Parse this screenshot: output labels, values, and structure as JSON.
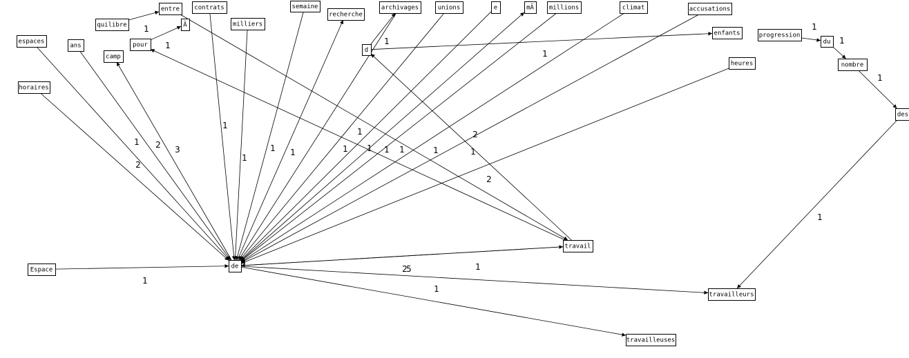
{
  "graph": {
    "nodes": [
      {
        "id": "entre",
        "label": "entre"
      },
      {
        "id": "contrats",
        "label": "contrats"
      },
      {
        "id": "semaine",
        "label": "semaine"
      },
      {
        "id": "archivages",
        "label": "archivages"
      },
      {
        "id": "unions",
        "label": "unions"
      },
      {
        "id": "e",
        "label": "e"
      },
      {
        "id": "ma",
        "label": "mÃ"
      },
      {
        "id": "millions",
        "label": "millions"
      },
      {
        "id": "climat",
        "label": "climat"
      },
      {
        "id": "accusations",
        "label": "accusations"
      },
      {
        "id": "quilibre",
        "label": "quilibre"
      },
      {
        "id": "milliers",
        "label": "milliers"
      },
      {
        "id": "recherche",
        "label": "recherche"
      },
      {
        "id": "a",
        "label": "Ã"
      },
      {
        "id": "enfants",
        "label": "enfants"
      },
      {
        "id": "progression",
        "label": "progression"
      },
      {
        "id": "espaces",
        "label": "espaces"
      },
      {
        "id": "ans",
        "label": "ans"
      },
      {
        "id": "pour",
        "label": "pour"
      },
      {
        "id": "d",
        "label": "d"
      },
      {
        "id": "du",
        "label": "du"
      },
      {
        "id": "camp",
        "label": "camp"
      },
      {
        "id": "heures",
        "label": "heures"
      },
      {
        "id": "nombre",
        "label": "nombre"
      },
      {
        "id": "horaires",
        "label": "horaires"
      },
      {
        "id": "des",
        "label": "des"
      },
      {
        "id": "travail",
        "label": "travail"
      },
      {
        "id": "espace",
        "label": "Espace"
      },
      {
        "id": "de",
        "label": "de"
      },
      {
        "id": "travailleurs",
        "label": "travailleurs"
      },
      {
        "id": "travailleuses",
        "label": "travailleuses"
      }
    ],
    "edges": [
      {
        "from": "quilibre",
        "to": "entre",
        "weight": ""
      },
      {
        "from": "pour",
        "to": "a",
        "weight": "1"
      },
      {
        "from": "d",
        "to": "archivages",
        "weight": ""
      },
      {
        "from": "d",
        "to": "enfants",
        "weight": "1"
      },
      {
        "from": "progression",
        "to": "du",
        "weight": "1"
      },
      {
        "from": "du",
        "to": "nombre",
        "weight": "1"
      },
      {
        "from": "nombre",
        "to": "des",
        "weight": "1"
      },
      {
        "from": "des",
        "to": "travailleurs",
        "weight": "1"
      },
      {
        "from": "espaces",
        "to": "de",
        "weight": "1"
      },
      {
        "from": "horaires",
        "to": "de",
        "weight": "2"
      },
      {
        "from": "ans",
        "to": "de",
        "weight": "2"
      },
      {
        "from": "de",
        "to": "camp",
        "weight": "3"
      },
      {
        "from": "contrats",
        "to": "de",
        "weight": "1"
      },
      {
        "from": "milliers",
        "to": "de",
        "weight": "1"
      },
      {
        "from": "semaine",
        "to": "de",
        "weight": "1"
      },
      {
        "from": "de",
        "to": "recherche",
        "weight": "1"
      },
      {
        "from": "unions",
        "to": "de",
        "weight": "1"
      },
      {
        "from": "e",
        "to": "de",
        "weight": "1"
      },
      {
        "from": "de",
        "to": "ma",
        "weight": "1"
      },
      {
        "from": "millions",
        "to": "de",
        "weight": "1"
      },
      {
        "from": "climat",
        "to": "de",
        "weight": "1"
      },
      {
        "from": "accusations",
        "to": "de",
        "weight": "1"
      },
      {
        "from": "heures",
        "to": "de",
        "weight": "2"
      },
      {
        "from": "archivages",
        "to": "de",
        "weight": "1"
      },
      {
        "from": "espace",
        "to": "de",
        "weight": "1"
      },
      {
        "from": "entre",
        "to": "travail",
        "weight": "2"
      },
      {
        "from": "travail",
        "to": "pour",
        "weight": "1"
      },
      {
        "from": "travail",
        "to": "d",
        "weight": "1"
      },
      {
        "from": "travail",
        "to": "de",
        "weight": "2"
      },
      {
        "from": "de",
        "to": "travail",
        "weight": "5"
      },
      {
        "from": "de",
        "to": "travailleurs",
        "weight": "1"
      },
      {
        "from": "de",
        "to": "travailleuses",
        "weight": "1"
      }
    ]
  }
}
